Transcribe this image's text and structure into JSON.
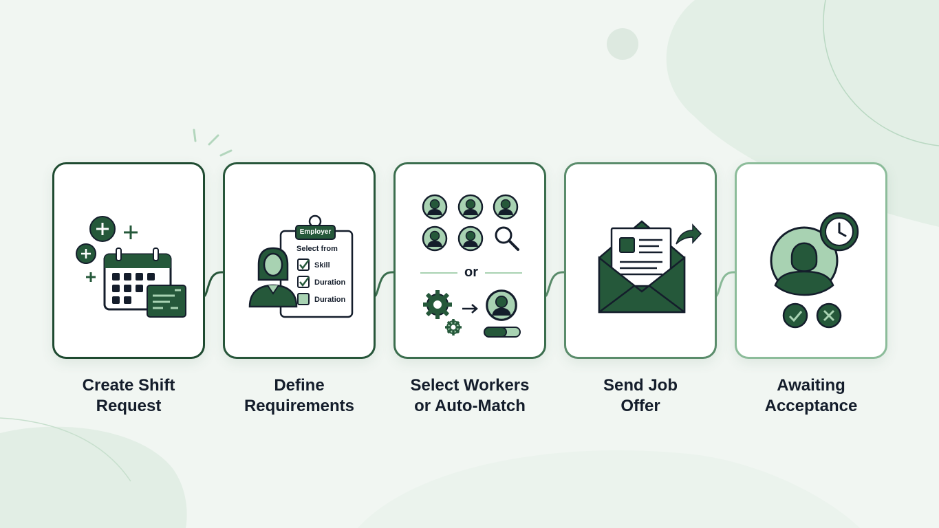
{
  "steps": [
    {
      "label": "Create Shift\nRequest",
      "border": "#1e4a30",
      "icon": "calendar-add-icon"
    },
    {
      "label": "Define\nRequirements",
      "border": "#27563a",
      "icon": "checklist-icon",
      "clipboard": {
        "tag": "Employer",
        "heading": "Select from",
        "items": [
          "Skill",
          "Duration",
          "Duration"
        ],
        "checked": [
          true,
          true,
          false
        ]
      }
    },
    {
      "label": "Select Workers\nor Auto-Match",
      "border": "#3b6e4e",
      "icon": "worker-match-icon",
      "divider": "or"
    },
    {
      "label": "Send Job\nOffer",
      "border": "#5a8c6b",
      "icon": "envelope-send-icon"
    },
    {
      "label": "Awaiting\nAcceptance",
      "border": "#8cbc9a",
      "icon": "worker-clock-icon"
    }
  ],
  "colors": {
    "dark_green": "#25583a",
    "light_green": "#a8d2b2",
    "navy": "#141d2b",
    "background": "#f1f6f2"
  }
}
